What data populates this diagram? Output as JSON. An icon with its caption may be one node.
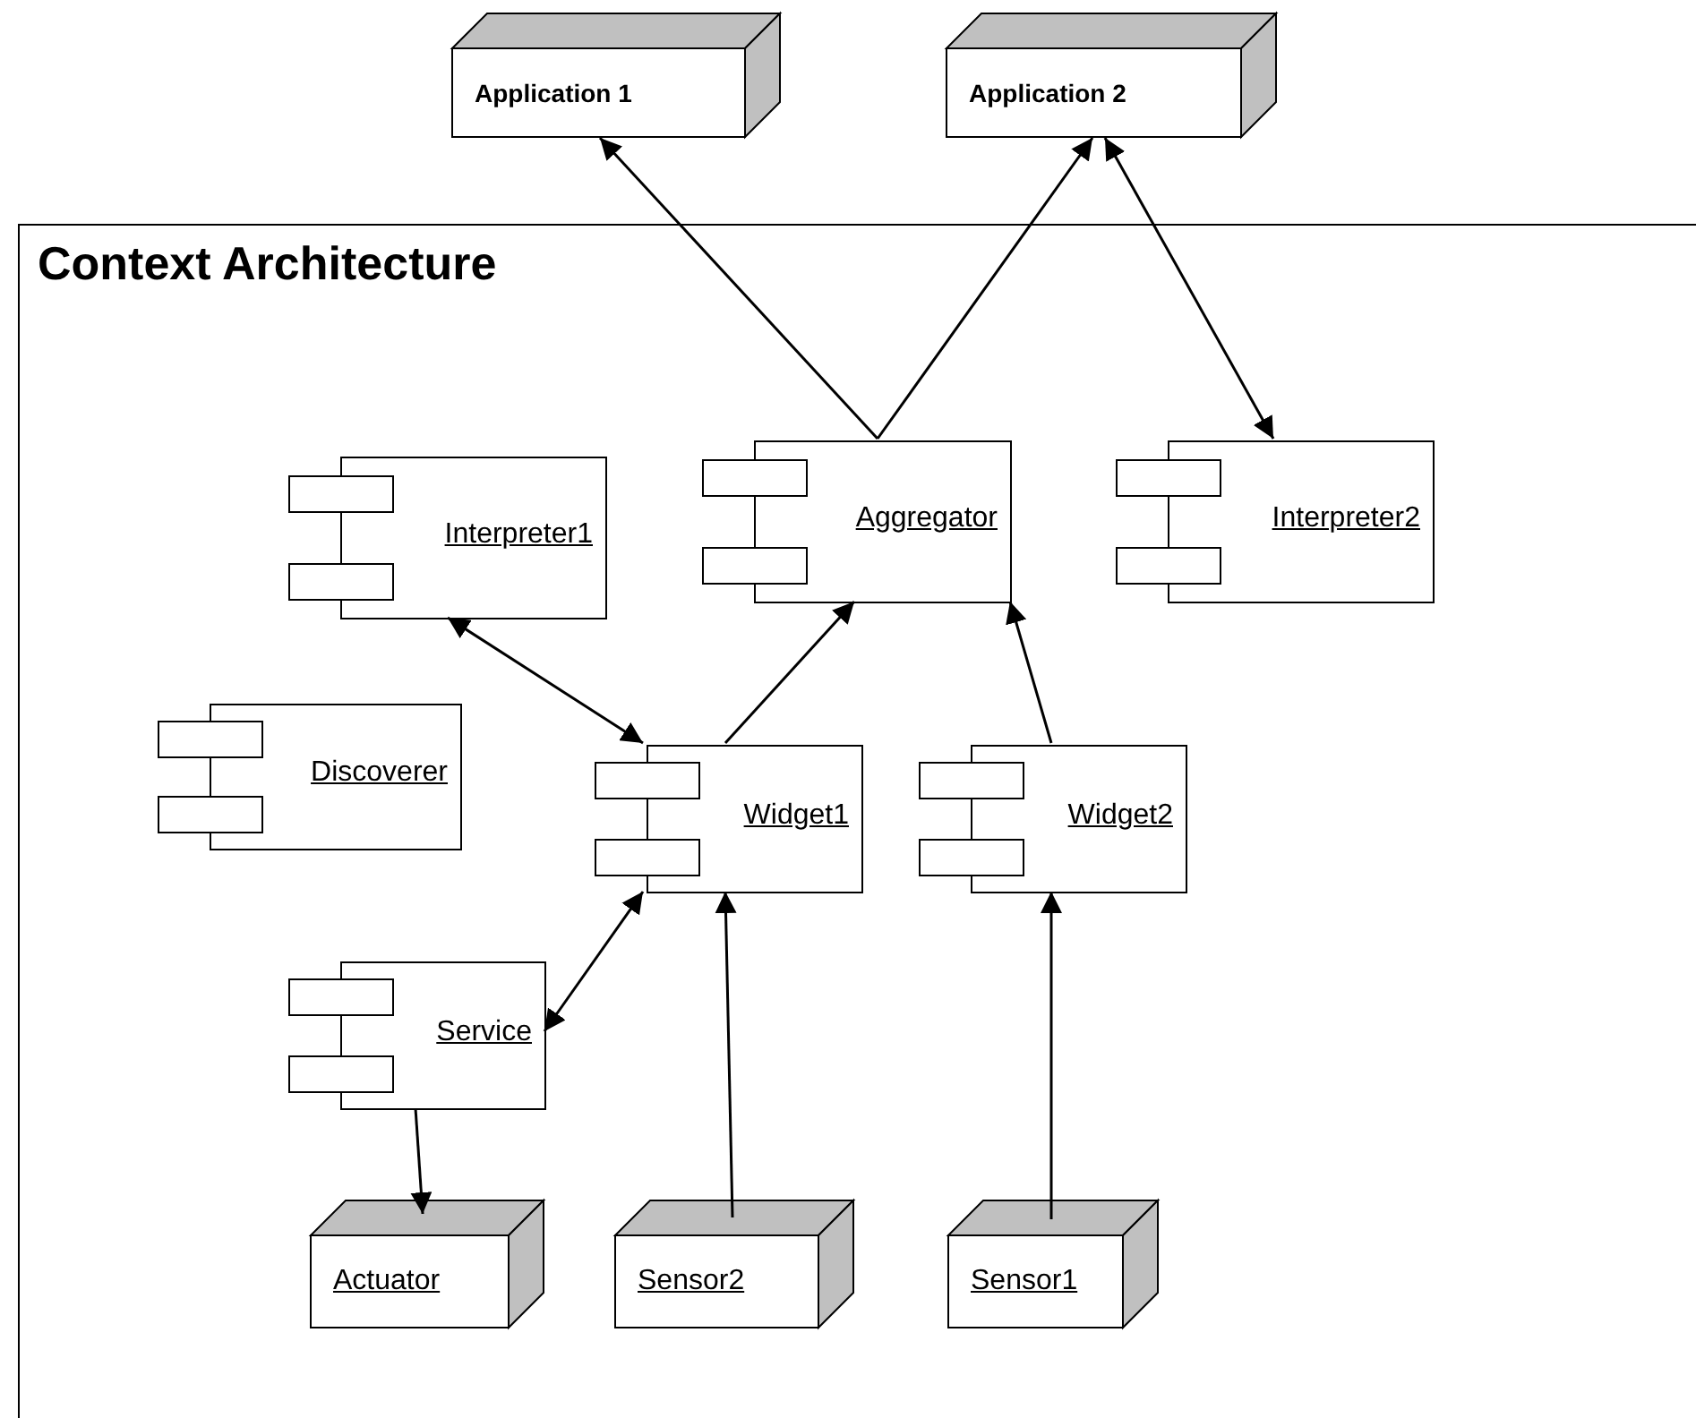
{
  "diagram": {
    "nodes": [
      {
        "text": [
          "Application 1"
        ]
      },
      {
        "text": [
          "Application 2"
        ]
      },
      {
        "text": [
          "Context Architecture"
        ]
      },
      {
        "text": [
          "Interpreter1"
        ],
        "in": 2
      },
      {
        "text": [
          "Aggregator"
        ],
        "in": 2
      },
      {
        "text": [
          "Interpreter2"
        ],
        "in": 2
      },
      {
        "text": [
          "Discoverer"
        ],
        "in": 2
      },
      {
        "text": [
          "Widget1"
        ],
        "in": 2
      },
      {
        "text": [
          "Widget2"
        ],
        "in": 2
      },
      {
        "text": [
          "Service"
        ],
        "in": 2
      },
      {
        "text": [
          "Actuator"
        ],
        "in": 2
      },
      {
        "text": [
          "Sensor2"
        ],
        "in": 2
      },
      {
        "text": [
          "Sensor1"
        ],
        "in": 2
      }
    ],
    "edges": [
      {
        "from": 4,
        "to": 0,
        "arrow": "to"
      },
      {
        "from": 4,
        "to": 1,
        "arrow": "to"
      },
      {
        "from": 1,
        "to": 5,
        "arrow": "both"
      },
      {
        "from": 3,
        "to": 7,
        "arrow": "both"
      },
      {
        "from": 7,
        "to": 4,
        "arrow": "to"
      },
      {
        "from": 8,
        "to": 4,
        "arrow": "to"
      },
      {
        "from": 9,
        "to": 7,
        "arrow": "both"
      },
      {
        "from": 9,
        "to": 10,
        "arrow": "to"
      },
      {
        "from": 11,
        "to": 7,
        "arrow": "to"
      },
      {
        "from": 12,
        "to": 8,
        "arrow": "to"
      }
    ]
  }
}
